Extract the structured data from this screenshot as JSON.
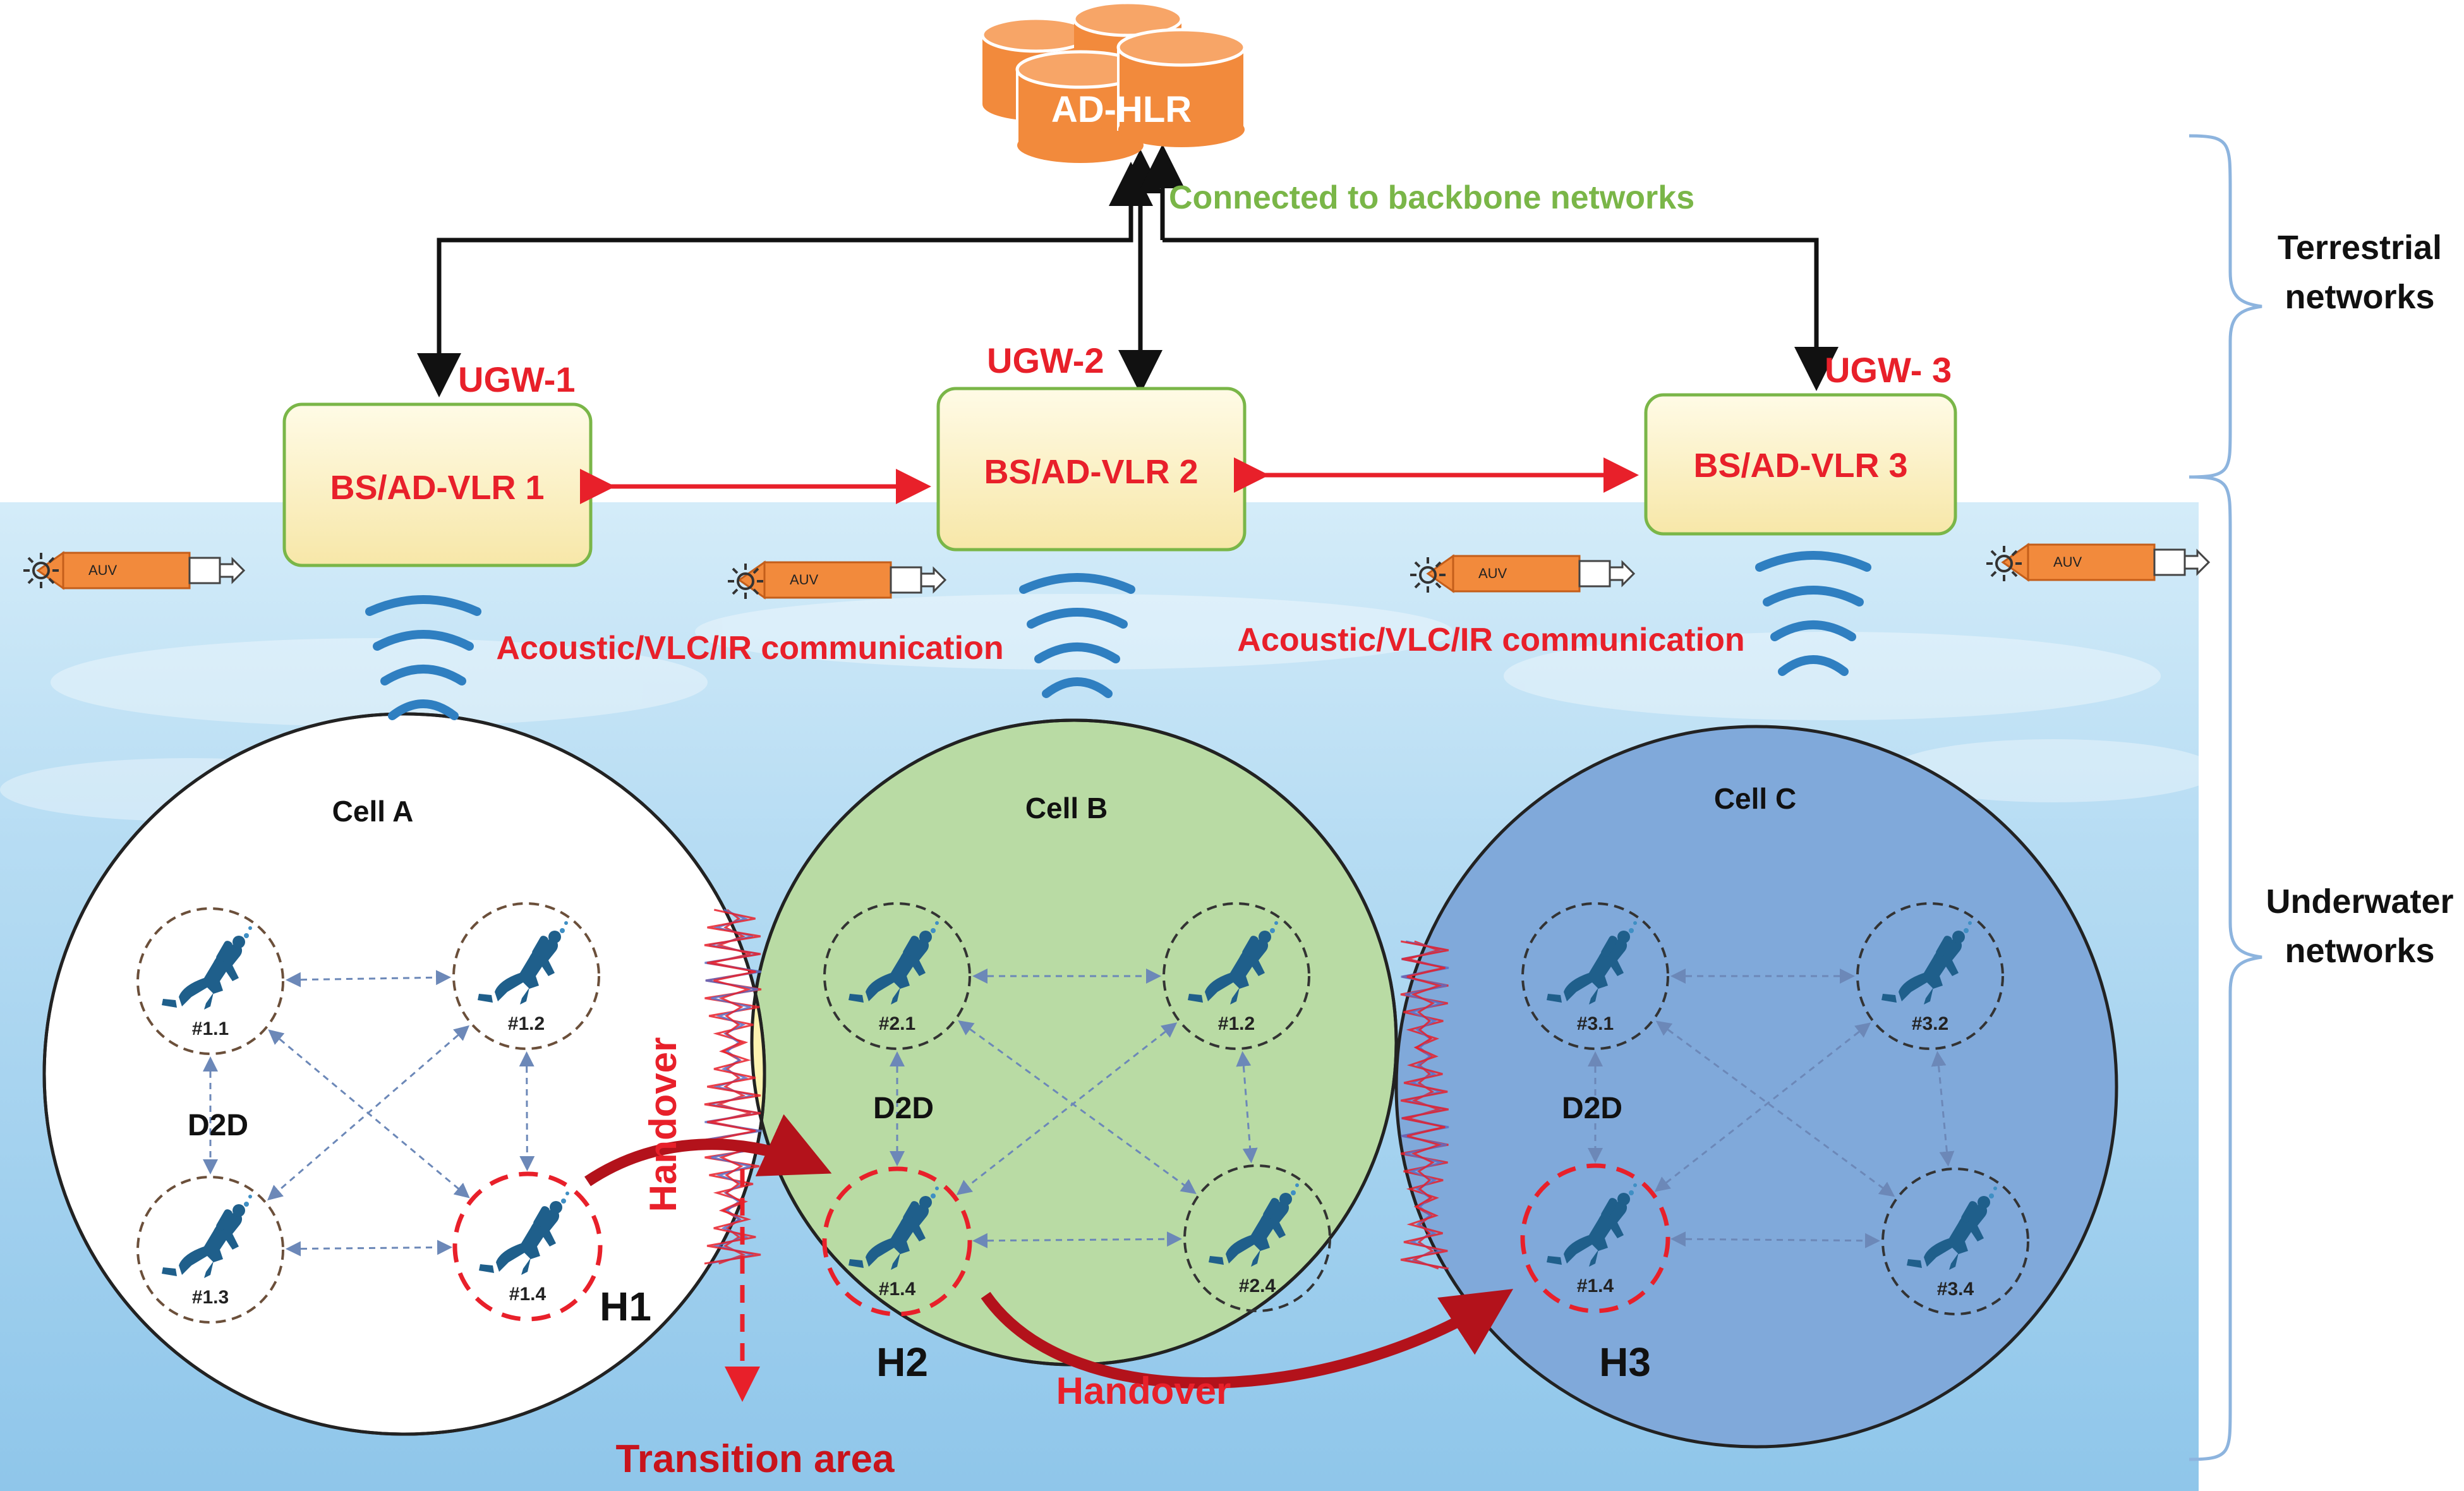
{
  "hlr": {
    "label": "AD-HLR"
  },
  "backbone": {
    "label": "Connected to backbone networks"
  },
  "gateways": [
    {
      "ugw": "UGW-1",
      "bs": "BS/AD-VLR 1"
    },
    {
      "ugw": "UGW-2",
      "bs": "BS/AD-VLR 2"
    },
    {
      "ugw": "UGW- 3",
      "bs": "BS/AD-VLR 3"
    }
  ],
  "comm": [
    "Acoustic/VLC/IR communication",
    "Acoustic/VLC/IR communication"
  ],
  "auv_label": "AUV",
  "braces": {
    "terrestrial": [
      "Terrestrial",
      "networks"
    ],
    "underwater": [
      "Underwater",
      "networks"
    ]
  },
  "cells": [
    {
      "name": "Cell A",
      "divers": [
        "#1.1",
        "#1.2",
        "#1.3",
        "#1.4"
      ],
      "handover_node": "H1"
    },
    {
      "name": "Cell B",
      "divers": [
        "#2.1",
        "#1.2",
        "#1.4",
        "#2.4"
      ],
      "handover_node": "H2"
    },
    {
      "name": "Cell C",
      "divers": [
        "#3.1",
        "#3.2",
        "#1.4",
        "#3.4"
      ],
      "handover_node": "H3"
    }
  ],
  "d2d": "D2D",
  "handover": "Handover",
  "transition": "Transition area",
  "colors": {
    "red": "#e8202a",
    "green": "#7ab648",
    "hlr": "#f28a3c",
    "cellB": "#b9dba4",
    "cellC": "#7fa8d8",
    "water": "#a9d4f0",
    "diver": "#1f5f8b"
  }
}
